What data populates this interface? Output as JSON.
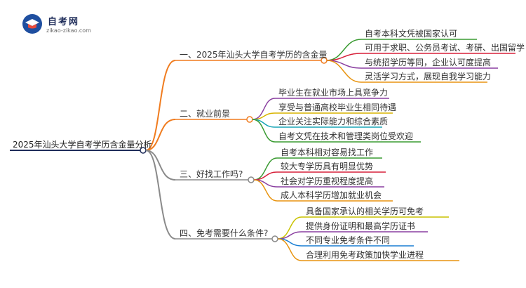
{
  "logo": {
    "title": "自考网",
    "url_text": "zikao-zikao.com"
  },
  "root": {
    "label": "2025年汕头大学自考学历含金量分析"
  },
  "branches": [
    {
      "label": "一、2025年汕头大学自考学历的含金量",
      "color": "#f07c1f",
      "children": [
        "自考本科文凭被国家认可",
        "可用于求职、公务员考试、考研、出国留学",
        "与统招学历等同，企业认可度提高",
        "灵活学习方式，展现自我学习能力"
      ],
      "child_colors": [
        "#3a9b32",
        "#d7213a",
        "#8a3fa0",
        "#e89410"
      ]
    },
    {
      "label": "二、就业前景",
      "color": "#f07c1f",
      "children": [
        "毕业生在就业市场上具竞争力",
        "享受与普通高校毕业生相同待遇",
        "企业关注实际能力和综合素质",
        "自考文凭在技术和管理类岗位受欢迎"
      ],
      "child_colors": [
        "#8a3fa0",
        "#d8b400",
        "#1aa6b7",
        "#3a9b32"
      ]
    },
    {
      "label": "三、好找工作吗?",
      "color": "#8a8a8a",
      "children": [
        "自考本科相对容易找工作",
        "较大专学历具有明显优势",
        "社会对学历重视程度提高",
        "成人本科学历增加就业机会"
      ],
      "child_colors": [
        "#3a9b32",
        "#d7213a",
        "#8a3fa0",
        "#e89410"
      ]
    },
    {
      "label": "四、免考需要什么条件?",
      "color": "#8a8a8a",
      "children": [
        "具备国家承认的相关学历可免考",
        "提供身份证明和最高学历证书",
        "不同专业免考条件不同",
        "合理利用免考政策加快学业进程"
      ],
      "child_colors": [
        "#c9c200",
        "#8a3fa0",
        "#1a7fd4",
        "#e89410"
      ]
    }
  ]
}
